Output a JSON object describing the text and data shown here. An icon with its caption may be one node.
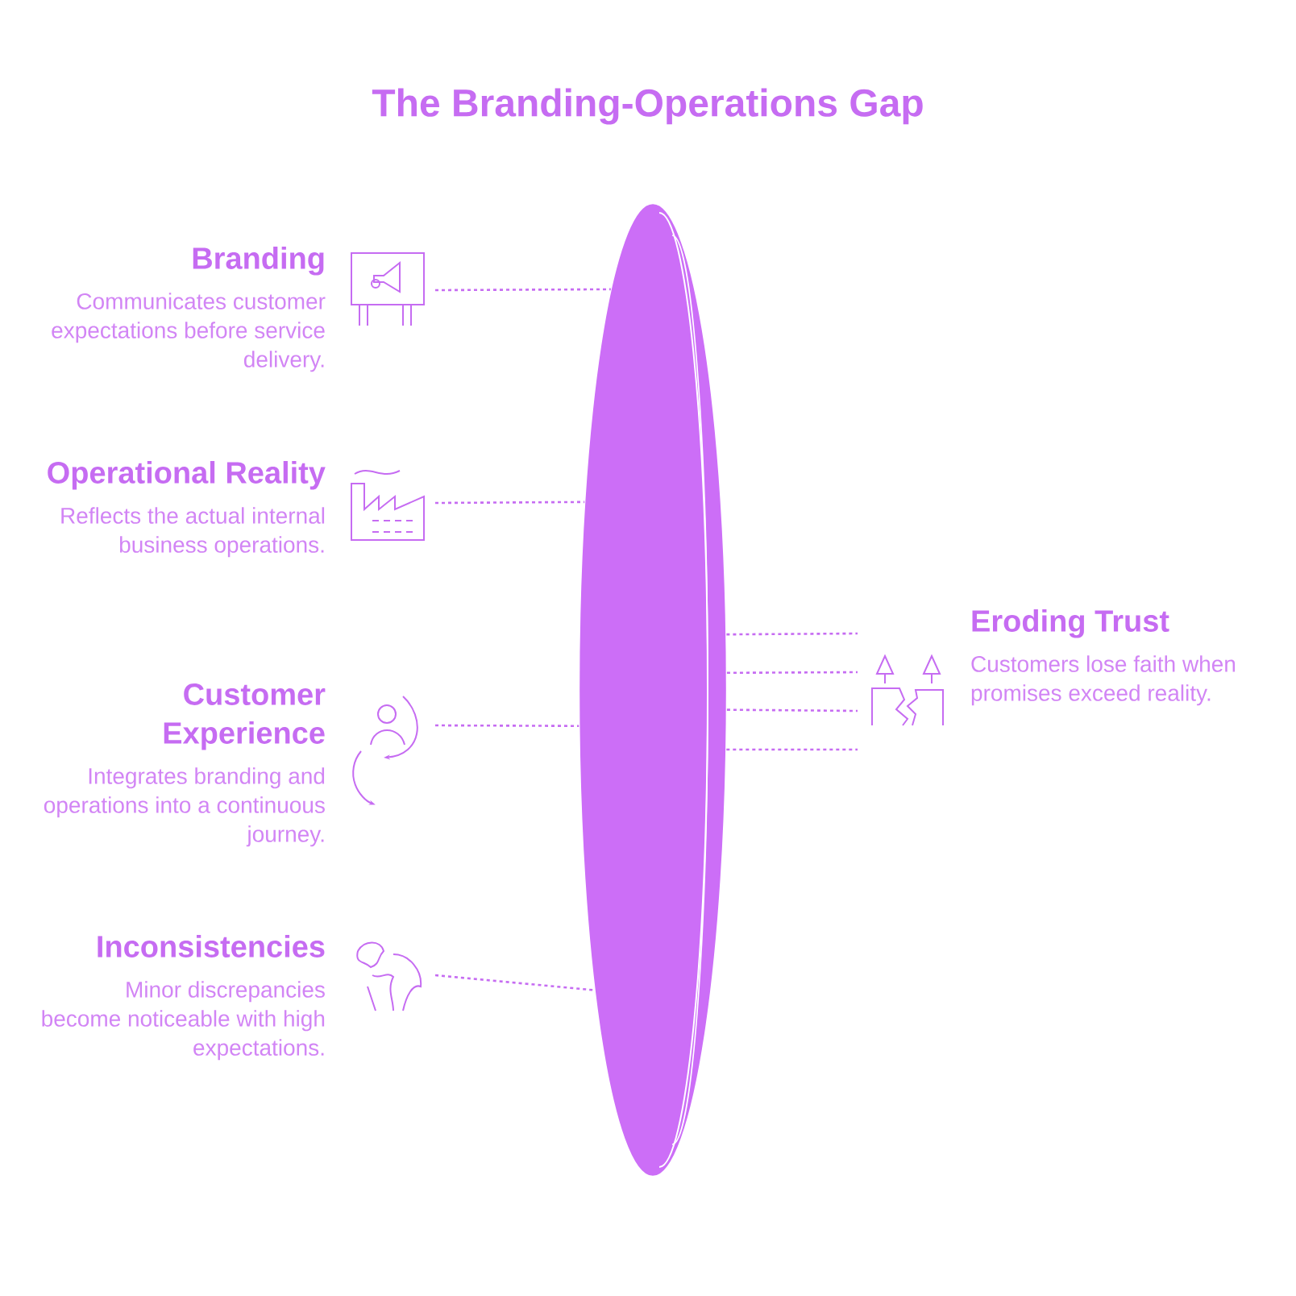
{
  "diagram": {
    "title": "The Branding-Operations Gap",
    "nodes": [
      {
        "text": [],
        "shape": "ellipse"
      },
      {
        "text": [
          "Branding",
          "Communicates customer expectations before service delivery."
        ]
      },
      {
        "text": [
          "Operational Reality",
          "Reflects the actual internal business operations."
        ]
      },
      {
        "text": [
          "Customer Experience",
          "Integrates branding and operations into a continuous journey."
        ]
      },
      {
        "text": [
          "Inconsistencies",
          "Minor discrepancies become noticeable with high expectations."
        ]
      },
      {
        "text": [
          "Eroding Trust",
          "Customers lose faith when promises exceed reality."
        ]
      }
    ],
    "edges": [
      {
        "from": 1,
        "to": 0,
        "arrow": "none"
      },
      {
        "from": 2,
        "to": 0,
        "arrow": "none"
      },
      {
        "from": 3,
        "to": 0,
        "arrow": "none"
      },
      {
        "from": 4,
        "to": 0,
        "arrow": "none"
      },
      {
        "from": 0,
        "to": 5,
        "arrow": "none"
      },
      {
        "from": 0,
        "to": 5,
        "arrow": "none"
      },
      {
        "from": 0,
        "to": 5,
        "arrow": "none"
      },
      {
        "from": 0,
        "to": 5,
        "arrow": "none"
      }
    ]
  }
}
